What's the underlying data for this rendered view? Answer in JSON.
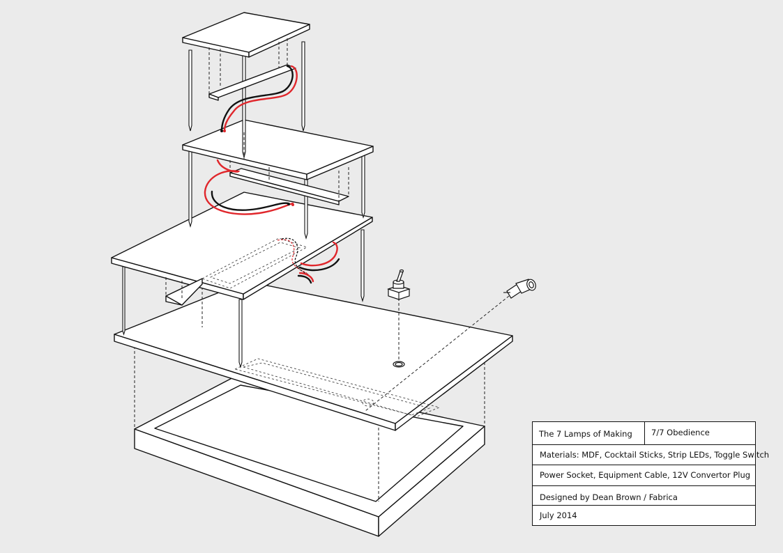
{
  "title_block": {
    "project": "The 7 Lamps of Making",
    "edition": "7/7 Obedience",
    "materials": "Materials: MDF, Cocktail Sticks, Strip LEDs, Toggle Switch",
    "materials_cont": "Power Socket, Equipment Cable, 12V Convertor Plug",
    "designer": "Designed by Dean Brown / Fabrica",
    "date": "July 2014"
  },
  "colors": {
    "background": "#ebebeb",
    "line": "#111111",
    "wire_positive": "#e0262b",
    "wire_negative": "#111111"
  },
  "icons": [
    "toggle-switch-icon",
    "power-plug-icon"
  ]
}
